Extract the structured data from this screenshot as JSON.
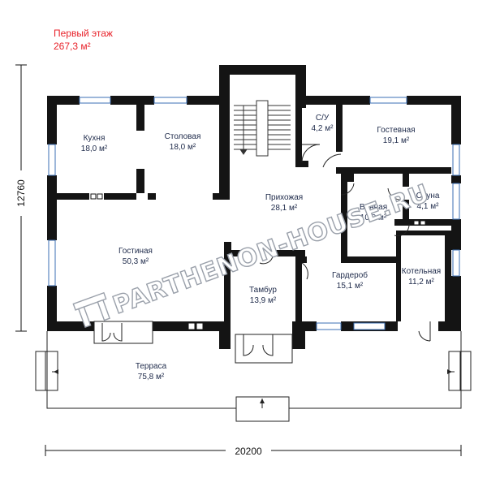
{
  "header": {
    "floor_title": "Первый этаж",
    "total_area": "267,3 м²",
    "title_color": "#e8222a"
  },
  "dimensions": {
    "width": "20200",
    "height": "12760"
  },
  "watermark": "PARTHENON-HOUSE.RU",
  "rooms": [
    {
      "name": "Кухня",
      "area": "18,0 м²"
    },
    {
      "name": "Столовая",
      "area": "18,0 м²"
    },
    {
      "name": "С/У",
      "area": "4,2 м²"
    },
    {
      "name": "Гостевная",
      "area": "19,1 м²"
    },
    {
      "name": "Прихожая",
      "area": "28,1 м²"
    },
    {
      "name": "Ванная",
      "area": "10,0 м²"
    },
    {
      "name": "Сауна",
      "area": "4,1 м²"
    },
    {
      "name": "Гостиная",
      "area": "50,3 м²"
    },
    {
      "name": "Тамбур",
      "area": "13,9 м²"
    },
    {
      "name": "Гардероб",
      "area": "15,1 м²"
    },
    {
      "name": "Котельная",
      "area": "11,2 м²"
    },
    {
      "name": "Терраса",
      "area": "75,8 м²"
    }
  ],
  "colors": {
    "wall": "#141414",
    "window": "#3b6fb5",
    "label": "#1e2a4a"
  }
}
